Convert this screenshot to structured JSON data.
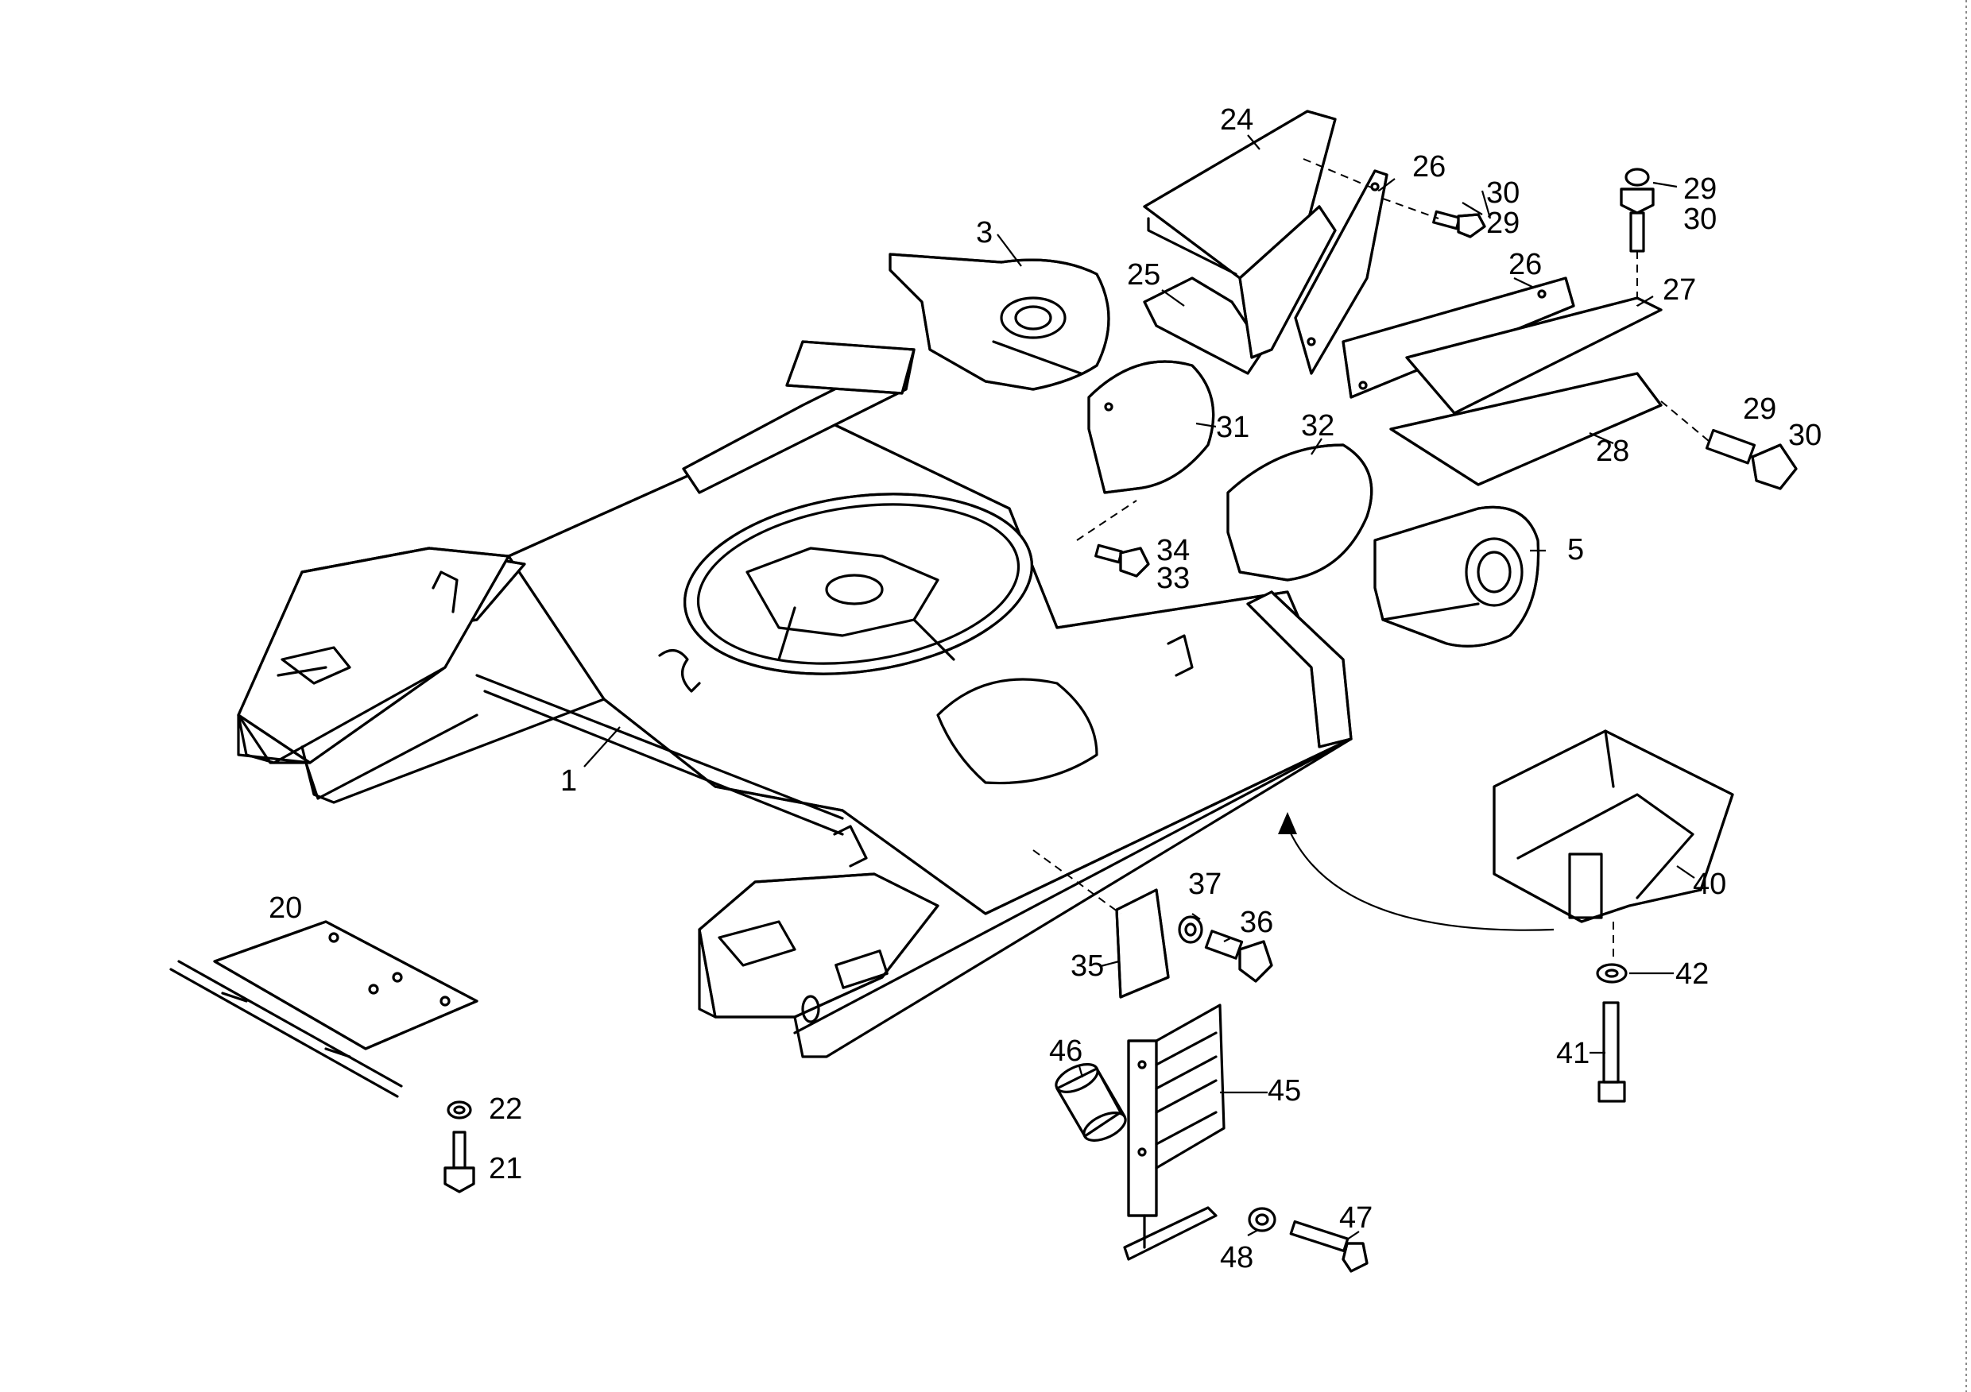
{
  "part_labels": {
    "p1": "1",
    "p3": "3",
    "p5": "5",
    "p20": "20",
    "p21": "21",
    "p22": "22",
    "p24": "24",
    "p25": "25",
    "p26a": "26",
    "p26b": "26",
    "p27": "27",
    "p28": "28",
    "p29a": "29",
    "p29b": "29",
    "p29c": "29",
    "p30a": "30",
    "p30b": "30",
    "p30c": "30",
    "p31": "31",
    "p32": "32",
    "p33": "33",
    "p34": "34",
    "p35": "35",
    "p36": "36",
    "p37": "37",
    "p40": "40",
    "p41": "41",
    "p42": "42",
    "p45": "45",
    "p46": "46",
    "p47": "47",
    "p48": "48"
  }
}
